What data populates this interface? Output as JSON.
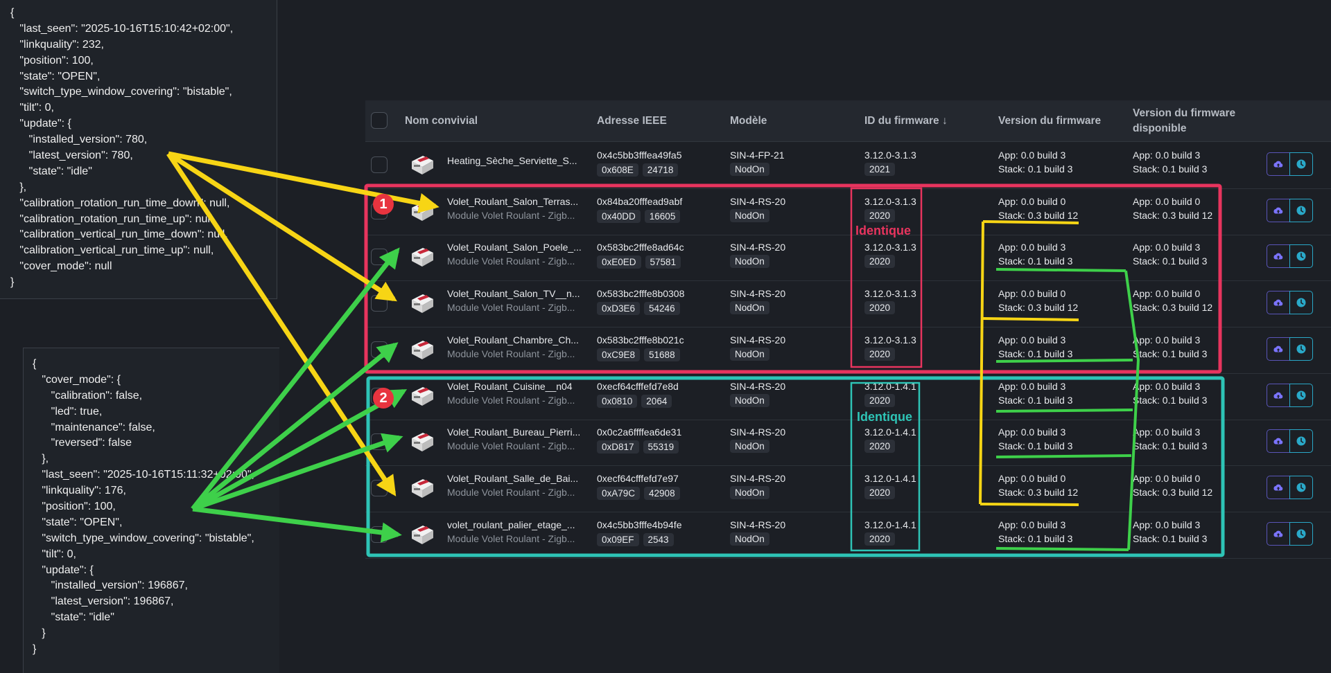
{
  "json_panel_1": {
    "lines": [
      "{",
      "   \"last_seen\": \"2025-10-16T15:10:42+02:00\",",
      "   \"linkquality\": 232,",
      "   \"position\": 100,",
      "   \"state\": \"OPEN\",",
      "   \"switch_type_window_covering\": \"bistable\",",
      "   \"tilt\": 0,",
      "   \"update\": {",
      "      \"installed_version\": 780,",
      "      \"latest_version\": 780,",
      "      \"state\": \"idle\"",
      "   },",
      "   \"calibration_rotation_run_time_down\": null,",
      "   \"calibration_rotation_run_time_up\": null,",
      "   \"calibration_vertical_run_time_down\": null,",
      "   \"calibration_vertical_run_time_up\": null,",
      "   \"cover_mode\": null",
      "}"
    ]
  },
  "json_panel_2": {
    "lines": [
      "{",
      "   \"cover_mode\": {",
      "      \"calibration\": false,",
      "      \"led\": true,",
      "      \"maintenance\": false,",
      "      \"reversed\": false",
      "   },",
      "   \"last_seen\": \"2025-10-16T15:11:32+02:00\",",
      "   \"linkquality\": 176,",
      "   \"position\": 100,",
      "   \"state\": \"OPEN\",",
      "   \"switch_type_window_covering\": \"bistable\",",
      "   \"tilt\": 0,",
      "   \"update\": {",
      "      \"installed_version\": 196867,",
      "      \"latest_version\": 196867,",
      "      \"state\": \"idle\"",
      "   }",
      "}"
    ]
  },
  "table": {
    "headers": {
      "friendly_name": "Nom convivial",
      "ieee": "Adresse IEEE",
      "model": "Modèle",
      "firmware_id": "ID du firmware ↓",
      "firmware_version": "Version du firmware",
      "firmware_available_l1": "Version du firmware",
      "firmware_available_l2": "disponible"
    },
    "rows": [
      {
        "name": "Heating_Sèche_Serviette_S...",
        "desc": "",
        "ieee": "0x4c5bb3fffea49fa5",
        "nwk": "0x608E",
        "nwk_dec": "24718",
        "model": "SIN-4-FP-21",
        "vendor": "NodOn",
        "fw_id": "3.12.0-3.1.3",
        "fw_date": "2021",
        "app": "App: 0.0 build 3",
        "stack": "Stack: 0.1 build 3",
        "avail_app": "App: 0.0 build 3",
        "avail_stack": "Stack: 0.1 build 3"
      },
      {
        "name": "Volet_Roulant_Salon_Terras...",
        "desc": "Module Volet Roulant - Zigb...",
        "ieee": "0x84ba20fffead9abf",
        "nwk": "0x40DD",
        "nwk_dec": "16605",
        "model": "SIN-4-RS-20",
        "vendor": "NodOn",
        "fw_id": "3.12.0-3.1.3",
        "fw_date": "2020",
        "app": "App: 0.0 build 0",
        "stack": "Stack: 0.3 build 12",
        "avail_app": "App: 0.0 build 0",
        "avail_stack": "Stack: 0.3 build 12"
      },
      {
        "name": "Volet_Roulant_Salon_Poele_...",
        "desc": "Module Volet Roulant - Zigb...",
        "ieee": "0x583bc2fffe8ad64c",
        "nwk": "0xE0ED",
        "nwk_dec": "57581",
        "model": "SIN-4-RS-20",
        "vendor": "NodOn",
        "fw_id": "3.12.0-3.1.3",
        "fw_date": "2020",
        "app": "App: 0.0 build 3",
        "stack": "Stack: 0.1 build 3",
        "avail_app": "App: 0.0 build 3",
        "avail_stack": "Stack: 0.1 build 3"
      },
      {
        "name": "Volet_Roulant_Salon_TV__n...",
        "desc": "Module Volet Roulant - Zigb...",
        "ieee": "0x583bc2fffe8b0308",
        "nwk": "0xD3E6",
        "nwk_dec": "54246",
        "model": "SIN-4-RS-20",
        "vendor": "NodOn",
        "fw_id": "3.12.0-3.1.3",
        "fw_date": "2020",
        "app": "App: 0.0 build 0",
        "stack": "Stack: 0.3 build 12",
        "avail_app": "App: 0.0 build 0",
        "avail_stack": "Stack: 0.3 build 12"
      },
      {
        "name": "Volet_Roulant_Chambre_Ch...",
        "desc": "Module Volet Roulant - Zigb...",
        "ieee": "0x583bc2fffe8b021c",
        "nwk": "0xC9E8",
        "nwk_dec": "51688",
        "model": "SIN-4-RS-20",
        "vendor": "NodOn",
        "fw_id": "3.12.0-3.1.3",
        "fw_date": "2020",
        "app": "App: 0.0 build 3",
        "stack": "Stack: 0.1 build 3",
        "avail_app": "App: 0.0 build 3",
        "avail_stack": "Stack: 0.1 build 3"
      },
      {
        "name": "Volet_Roulant_Cuisine__n04",
        "desc": "Module Volet Roulant - Zigb...",
        "ieee": "0xecf64cfffefd7e8d",
        "nwk": "0x0810",
        "nwk_dec": "2064",
        "model": "SIN-4-RS-20",
        "vendor": "NodOn",
        "fw_id": "3.12.0-1.4.1",
        "fw_date": "2020",
        "app": "App: 0.0 build 3",
        "stack": "Stack: 0.1 build 3",
        "avail_app": "App: 0.0 build 3",
        "avail_stack": "Stack: 0.1 build 3"
      },
      {
        "name": "Volet_Roulant_Bureau_Pierri...",
        "desc": "Module Volet Roulant - Zigb...",
        "ieee": "0x0c2a6ffffea6de31",
        "nwk": "0xD817",
        "nwk_dec": "55319",
        "model": "SIN-4-RS-20",
        "vendor": "NodOn",
        "fw_id": "3.12.0-1.4.1",
        "fw_date": "2020",
        "app": "App: 0.0 build 3",
        "stack": "Stack: 0.1 build 3",
        "avail_app": "App: 0.0 build 3",
        "avail_stack": "Stack: 0.1 build 3"
      },
      {
        "name": "Volet_Roulant_Salle_de_Bai...",
        "desc": "Module Volet Roulant - Zigb...",
        "ieee": "0xecf64cfffefd7e97",
        "nwk": "0xA79C",
        "nwk_dec": "42908",
        "model": "SIN-4-RS-20",
        "vendor": "NodOn",
        "fw_id": "3.12.0-1.4.1",
        "fw_date": "2020",
        "app": "App: 0.0 build 0",
        "stack": "Stack: 0.3 build 12",
        "avail_app": "App: 0.0 build 0",
        "avail_stack": "Stack: 0.3 build 12"
      },
      {
        "name": "volet_roulant_palier_etage_...",
        "desc": "Module Volet Roulant - Zigb...",
        "ieee": "0x4c5bb3fffe4b94fe",
        "nwk": "0x09EF",
        "nwk_dec": "2543",
        "model": "SIN-4-RS-20",
        "vendor": "NodOn",
        "fw_id": "3.12.0-1.4.1",
        "fw_date": "2020",
        "app": "App: 0.0 build 3",
        "stack": "Stack: 0.1 build 3",
        "avail_app": "App: 0.0 build 3",
        "avail_stack": "Stack: 0.1 build 3"
      }
    ]
  },
  "annotations": {
    "group1_label": "Identique",
    "group2_label": "Identique",
    "marker1": "1",
    "marker2": "2",
    "colors": {
      "red": "#e8345e",
      "teal": "#2ec4b6",
      "yellow": "#f7d515",
      "green": "#3ed04a"
    }
  },
  "icons": {
    "upload": "cloud-upload-icon",
    "schedule": "clock-icon",
    "device": "shutter-module-icon"
  }
}
